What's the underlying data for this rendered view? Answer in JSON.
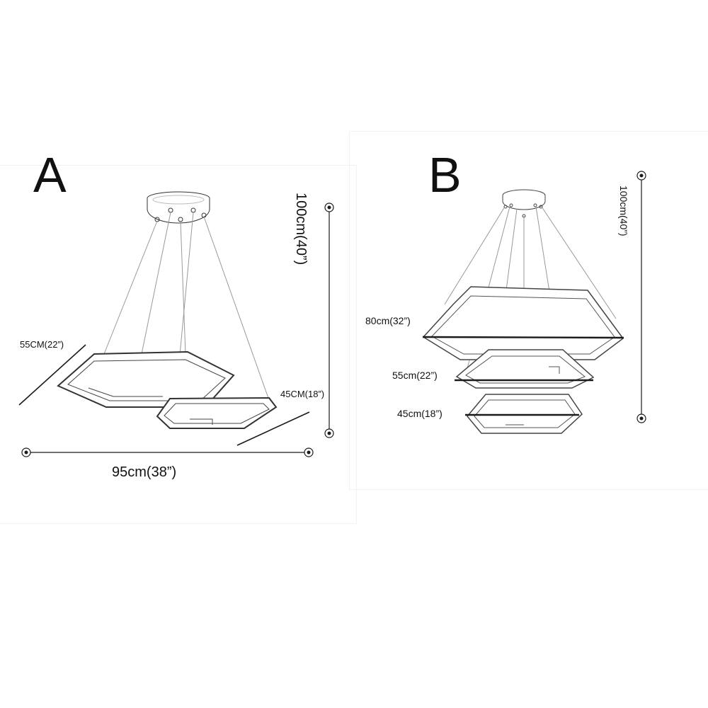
{
  "panel_a": {
    "label": "A",
    "dim_height": "100cm(40”)",
    "dim_width": "95cm(38”)",
    "dim_large": "55CM(22”)",
    "dim_small": "45CM(18”)"
  },
  "panel_b": {
    "label": "B",
    "dim_height": "100cm(40”)",
    "dim_top": "80cm(32”)",
    "dim_mid": "55cm(22”)",
    "dim_bottom": "45cm(18”)"
  },
  "colors": {
    "line": "#1a1a1a",
    "light_line": "#9a9a9a"
  }
}
